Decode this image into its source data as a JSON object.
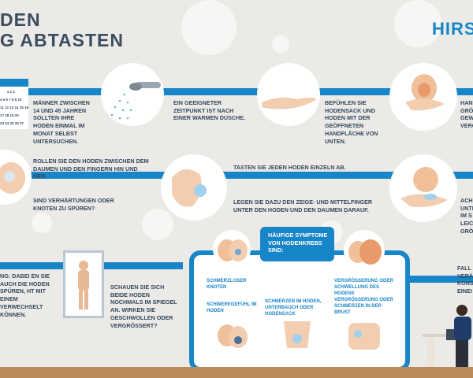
{
  "header": {
    "title_line1": "DEN",
    "title_line2": "G ABTASTEN",
    "brand": "HIRSL"
  },
  "calendar": {
    "rows": [
      "       1 2 3",
      "4 5 6 7 8 9 10",
      "11 12 13 14 15 16",
      "17 18 19 20",
      "23 24 25 26 27"
    ]
  },
  "steps": {
    "s1": "MÄNNER ZWISCHEN 14 UND 45 JAHREN SOLLTEN IHRE HODEN EINMAL IM MONAT SELBST UNTERSUCHEN.",
    "s2": "EIN GEEIGNETER ZEITPUNKT IST NACH EINER WARMEN DUSCHE.",
    "s3": "BEFÜHLEN SIE HODENSACK UND HODEN MIT DER GEÖFFNETEN HANDFLÄCHE VON UNTEN.",
    "s4": "HAN GRÖ GEW VERG",
    "s5": "ROLLEN SIE DEN HODEN ZWISCHEN DEM DAUMEN UND DEN FINGERN HIN UND HER.",
    "s6": "SIND VERHÄRTUNGEN ODER KNOTEN ZU SPÜREN?",
    "s7": "TASTEN SIE JEDEN HODEN EINZELN AB.",
    "s8": "LEGEN SIE DAZU DEN ZEIGE- UND MITTELFINGER UNTER DEN HODEN UND DEN DAUMEN DARAUF.",
    "s9": "ACH UNTE IM S LEIC GRÖ",
    "s10": "NG: DABEI EN SIE AUCH DIE HODEN SPÜREN, HT MIT EINEM VERWECHSELT KÖNNEN.",
    "s11": "SCHAUEN SIE SICH BEIDE HODEN NOCHMALS IM SPIEGEL AN. WIRKEN SIE GESCHWOLLEN ODER VERGRÖSSERT?",
    "s12": "FALL VERÄ KONS EINEI"
  },
  "symptoms": {
    "heading": "HÄUFIGE SYMPTOME VON HODENKREBS SIND:",
    "items": [
      "SCHMERZLOSER KNOTEN",
      "VERGRÖSSERUNG ODER SCHWELLUNG DES HODENS",
      "SCHWEREGEFÜHL IM HODEN",
      "SCHMERZEN IM HODEN, UNTERBAUCH ODER HODENSACK",
      "VERGRÖSSERUNG ODER SCHMERZEN IN DER BRUST"
    ]
  },
  "colors": {
    "accent": "#1786c9",
    "text": "#34485c",
    "background": "#eceae7"
  }
}
